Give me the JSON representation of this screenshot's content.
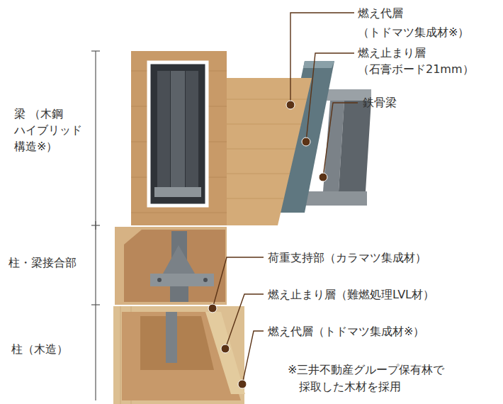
{
  "diagram": {
    "labels": [
      "燃え代層 （トドマツ集成材※）",
      "燃え止まり層 （石膏ボード21mm）",
      "鉄骨梁",
      "梁 （木鋼 ハイブリッド 構造※）",
      "柱・梁接合部",
      "荷重支持部（カラマツ集成材）",
      "燃え止まり層（難燃処理LVL材）",
      "燃え代層（トドマツ集成材※）",
      "柱（木造）",
      "※三井不動産グループ保有林で 採取した木材を採用"
    ]
  }
}
